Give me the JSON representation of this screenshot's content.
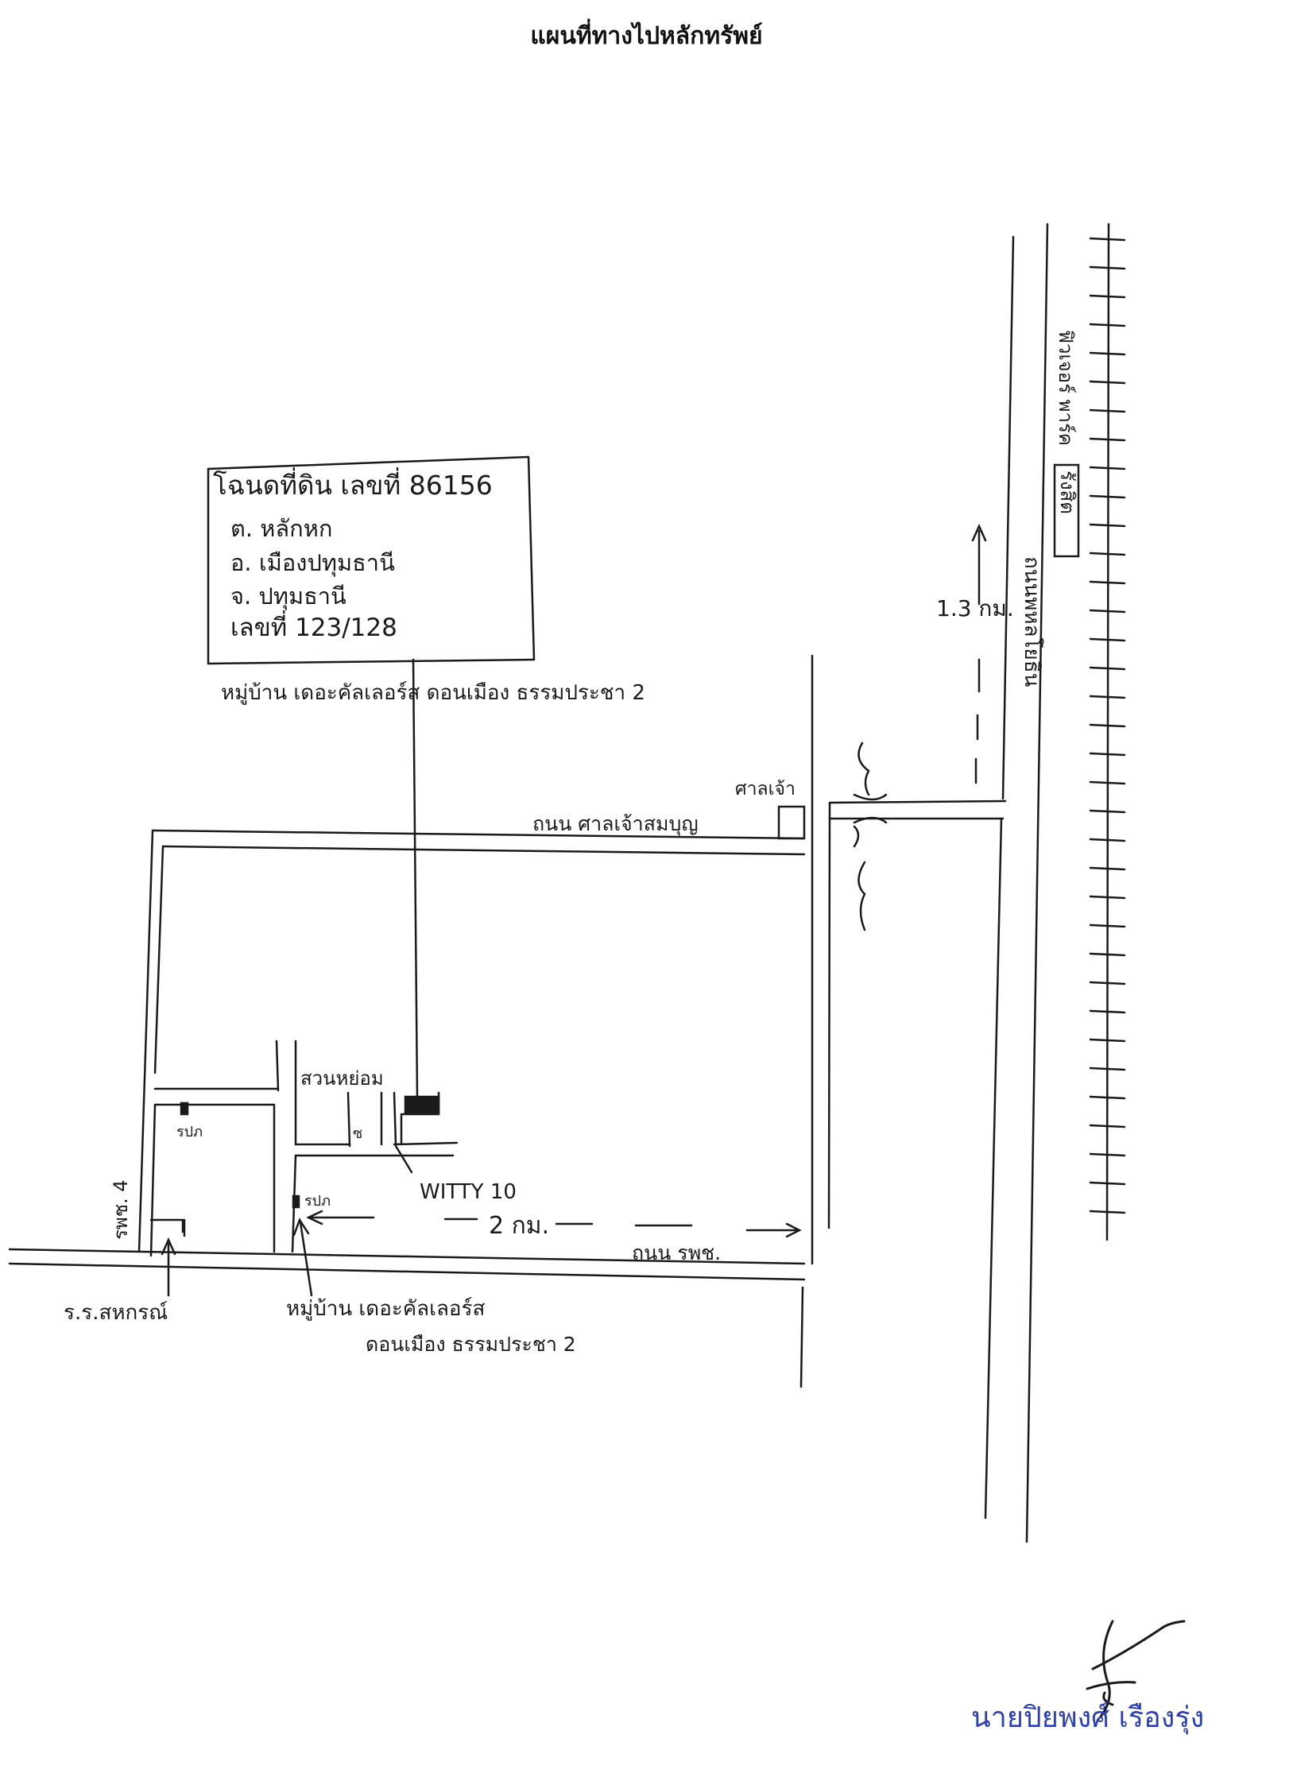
{
  "title": "แผนที่ทางไปหลักทรัพย์",
  "deed_box": {
    "line1": "โฉนดที่ดิน เลขที่ 86156",
    "line2": "ต. หลักหก",
    "line3": "อ. เมืองปทุมธานี",
    "line4": "จ. ปทุมธานี",
    "line5": "เลขที่ 123/128"
  },
  "labels": {
    "village_top": "หมู่บ้าน เดอะคัลเลอร์ส ดอนเมือง ธรรมประชา 2",
    "highway": "ถนนพหลโยธิน",
    "highway_landmark": "ฟิวเจอร์ พาร์ค",
    "rangsit": "รังสิต",
    "dist_north": "1.3 กม.",
    "dist_east": "2 กม.",
    "shrine": "ศาลเจ้า",
    "road_top": "ถนน ศาลเจ้าสมบุญ",
    "road_bottom": "ถนน รพช.",
    "soi": "รพช. 4",
    "park": "สวนหย่อม",
    "witty": "WITTY 10",
    "guard1": "รปภ",
    "guard2": "รปภ",
    "school": "ร.ร.สหกรณ์",
    "village_bottom_1": "หมู่บ้าน เดอะคัลเลอร์ส",
    "village_bottom_2": "ดอนเมือง ธรรมประชา 2"
  },
  "signer": "นายปิยพงศ์  เรืองรุ่ง",
  "colors": {
    "ink": "#1a1a1a",
    "signer": "#2b3fb5"
  }
}
